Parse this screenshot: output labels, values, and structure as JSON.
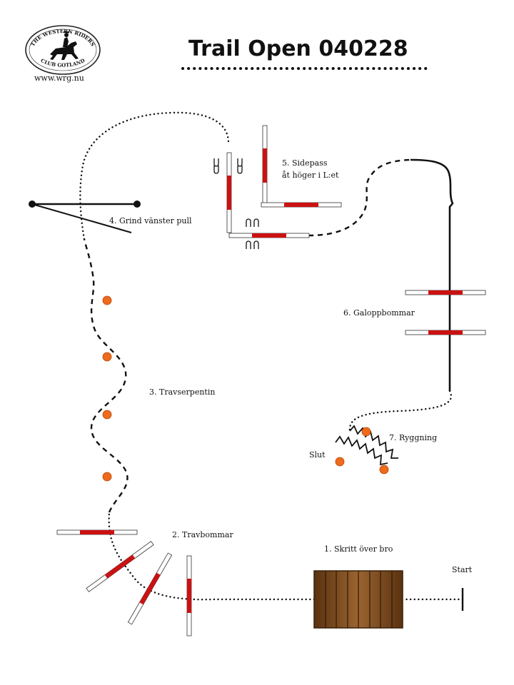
{
  "header": {
    "title": "Trail Open 040228",
    "website": "www.wrg.nu",
    "logo_top": "THE WESTERN RIDERS",
    "logo_bottom": "CLUB GOTLAND"
  },
  "obstacles": [
    {
      "label": "1. Skritt över bro"
    },
    {
      "label": "2. Travbommar"
    },
    {
      "label": "3. Travserpentin"
    },
    {
      "label": "4. Grind vänster pull"
    },
    {
      "label_line1": "5. Sidepass",
      "label_line2": "åt höger i L:et"
    },
    {
      "label": "6. Galoppbommar"
    },
    {
      "label": "7. Ryggning"
    }
  ],
  "markers": {
    "start": "Start",
    "end": "Slut"
  },
  "colors": {
    "pole_red": "#cc1111",
    "cone_orange": "#ee6a1c",
    "bridge_brown": "#7b4a1e",
    "path": "#111111"
  }
}
